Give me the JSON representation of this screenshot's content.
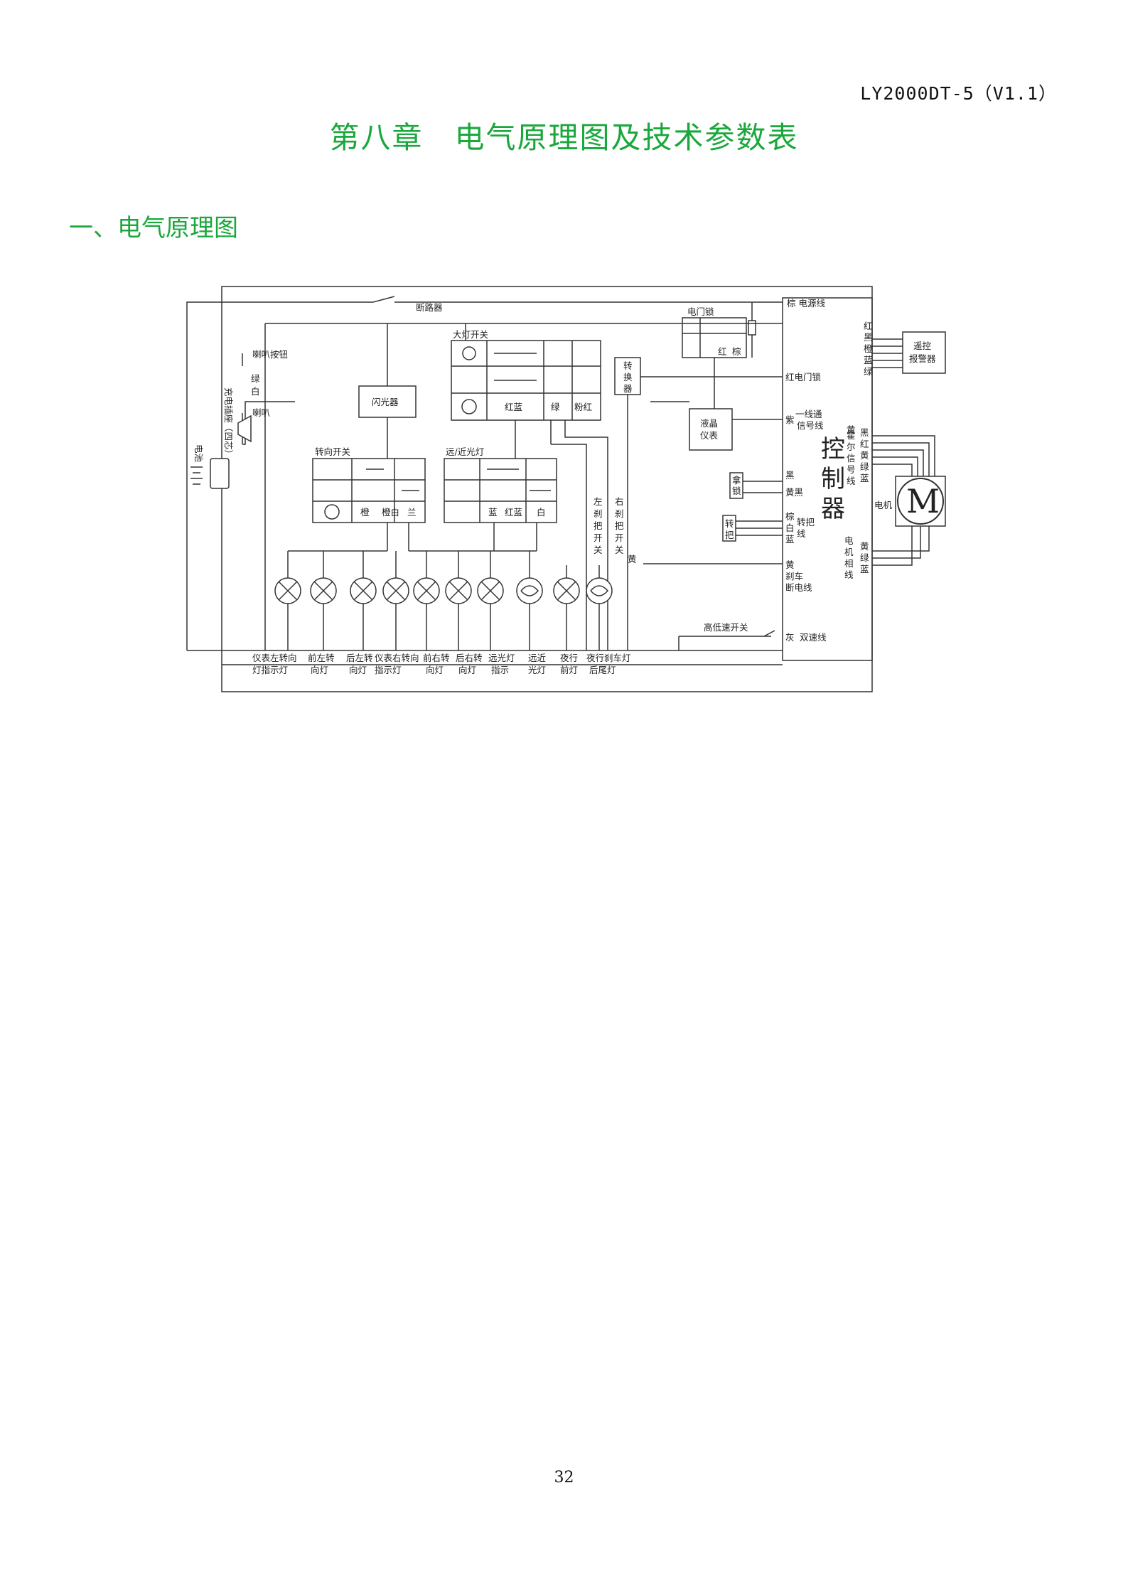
{
  "header": {
    "doc_code": "LY2000DT-5（V1.1）"
  },
  "title": "第八章　电气原理图及技术参数表",
  "section": "一、电气原理图",
  "page_number": "32",
  "diagram": {
    "breaker": "断路器",
    "horn_button": "喇叭按钮",
    "horn_wire_green": "绿",
    "horn_wire_white": "白",
    "horn": "喇叭",
    "charge_plug": "充电插座（四芯）",
    "battery": "电池",
    "flasher": "闪光器",
    "turn_switch": "转向开关",
    "turn_colors": [
      "橙",
      "橙白",
      "兰"
    ],
    "headlight_switch": "大灯开关",
    "headlight_colors": [
      "红蓝",
      "绿",
      "粉红"
    ],
    "beam_switch": "远/近光灯",
    "beam_colors": [
      "蓝",
      "红蓝",
      "白"
    ],
    "converter": [
      "转",
      "换",
      "器"
    ],
    "lcd": [
      "液晶",
      "仪表"
    ],
    "door_lock": "电门锁",
    "lock_red": "红",
    "lock_brown": "棕",
    "left_brake": [
      "左",
      "刹",
      "把",
      "开",
      "关"
    ],
    "right_brake": [
      "右",
      "刹",
      "把",
      "开",
      "关"
    ],
    "right_brake_wire": "黄",
    "speed_switch": "高低速开关",
    "lamps_row1": [
      "仪表左转向",
      "前左转",
      "后左转",
      "仪表右转向",
      "前右转",
      "后右转",
      "远光灯",
      "远近",
      "夜行",
      "夜行刹车灯"
    ],
    "lamps_row2": [
      "灯指示灯",
      "向灯",
      "向灯",
      "指示灯",
      "向灯",
      "向灯",
      "指示",
      "光灯",
      "前灯",
      "后尾灯"
    ],
    "controller": [
      "控",
      "制",
      "器"
    ],
    "ctrl_power": "棕 电源线",
    "ctrl_lock": "红电门锁",
    "ctrl_signal_color": "紫",
    "ctrl_signal": [
      "一线通",
      "信号线"
    ],
    "lock_part": [
      "拿",
      "锁"
    ],
    "lock_colors": [
      "黑",
      "黄黑"
    ],
    "throttle": [
      "转",
      "把"
    ],
    "throttle_colors": [
      "棕",
      "白",
      "蓝"
    ],
    "throttle_label": [
      "转把",
      "线"
    ],
    "brake_cut": [
      "黄",
      "刹车",
      "断电线"
    ],
    "dual_speed_color": "灰",
    "dual_speed": "双速线",
    "remote_colors": [
      "红",
      "黑",
      "橙",
      "蓝",
      "绿"
    ],
    "remote_alarm": [
      "遥控",
      "报警器"
    ],
    "hall_colors_left": [
      "黄",
      "霍",
      "尔",
      "信",
      "号",
      "线"
    ],
    "hall_colors_right": [
      "黑",
      "红",
      "黄",
      "绿",
      "蓝"
    ],
    "motor": "M",
    "motor_label": "电机",
    "phase_colors": [
      "黄",
      "绿",
      "蓝"
    ],
    "phase_label": [
      "电",
      "机",
      "相",
      "线"
    ]
  }
}
